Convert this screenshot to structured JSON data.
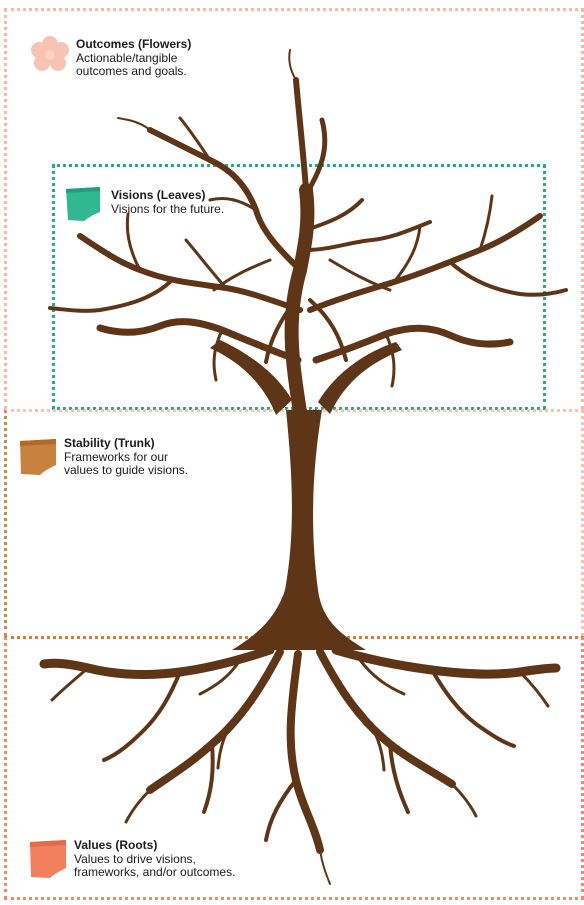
{
  "zones": {
    "flowers": {
      "title": "Outcomes (Flowers)",
      "desc": "Actionable/tangible\noutcomes and goals.",
      "icon": "flower-icon",
      "color": "#f7c4b3"
    },
    "leaves": {
      "title": "Visions (Leaves)",
      "desc": "Visions for the future.",
      "icon": "leaf-note-icon",
      "color": "#2fb892"
    },
    "trunk": {
      "title": "Stability (Trunk)",
      "desc": "Frameworks for our\nvalues to guide visions.",
      "icon": "trunk-note-icon",
      "color": "#c8823f"
    },
    "roots": {
      "title": "Values (Roots)",
      "desc": "Values to drive visions,\nframeworks, and/or outcomes.",
      "icon": "root-note-icon",
      "color": "#f2805e"
    }
  },
  "tree": {
    "color": "#5e3617"
  }
}
